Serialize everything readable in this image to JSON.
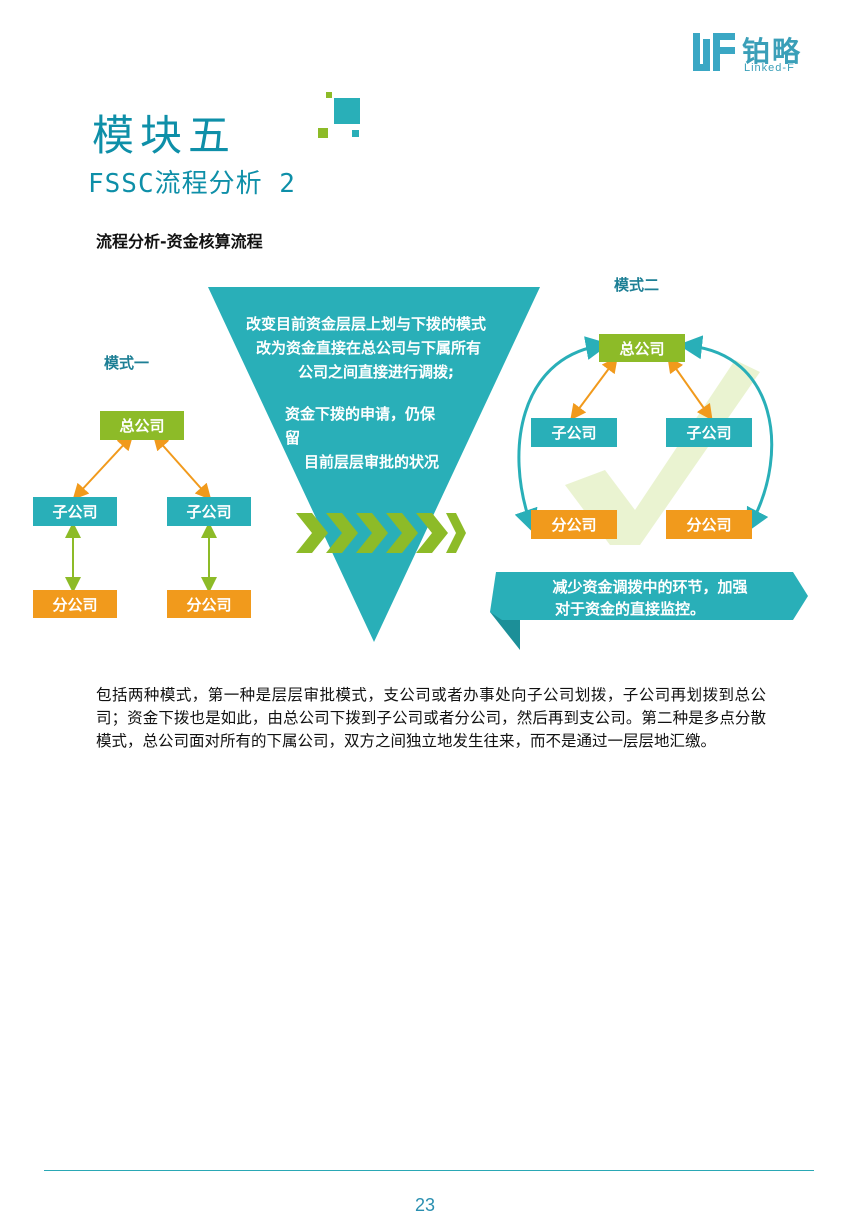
{
  "header": {
    "logo_cn": "铂略",
    "logo_en": "Linked-F"
  },
  "title": {
    "main": "模块五",
    "sub": "FSSC流程分析 2"
  },
  "section_heading": "流程分析-资金核算流程",
  "diagram": {
    "mode1": {
      "label": "模式一",
      "head": "总公司",
      "subs": [
        "子公司",
        "子公司"
      ],
      "branches": [
        "分公司",
        "分公司"
      ]
    },
    "center_text": {
      "lines_a": [
        "改变目前资金层层上划与下拨的模式",
        "改为资金直接在总公司与下属所有",
        "公司之间直接进行调拨;"
      ],
      "lines_b": [
        "资金下拨的申请，仍保",
        "留",
        "目前层层审批的状况"
      ]
    },
    "mode2": {
      "label": "模式二",
      "head": "总公司",
      "subs": [
        "子公司",
        "子公司"
      ],
      "branches": [
        "分公司",
        "分公司"
      ]
    },
    "banner_lines": [
      "减少资金调拨中的环节，加强",
      "对于资金的直接监控。"
    ]
  },
  "paragraph": "包括两种模式，第一种是层层审批模式，支公司或者办事处向子公司划拨，子公司再划拨到总公司；资金下拨也是如此，由总公司下拨到子公司或者分公司，然后再到支公司。第二种是多点分散模式，总公司面对所有的下属公司，双方之间独立地发生往来，而不是通过一层层地汇缴。",
  "page_number": "23",
  "colors": {
    "teal": "#29afb8",
    "green": "#8dbb28",
    "orange": "#f19a1c",
    "title": "#0e8fa8"
  }
}
